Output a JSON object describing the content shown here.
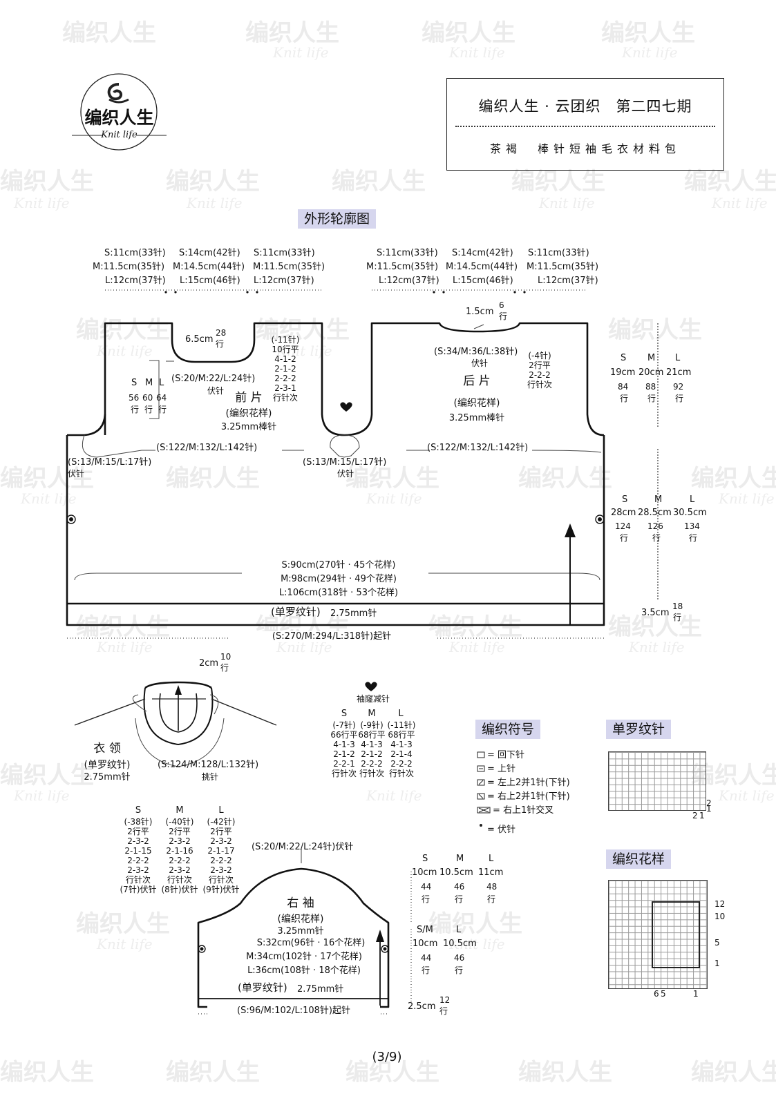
{
  "watermark": {
    "cn": "编织人生",
    "en": "Knit life"
  },
  "logo": {
    "cn": "编织人生",
    "en": "Knit life"
  },
  "header": {
    "title": "编织人生 · 云团织　第二四七期",
    "subtitle": "茶褐　棒针短袖毛衣材料包"
  },
  "section_title": "外形轮廓图",
  "front_top_dims": [
    "S:11cm(33针)",
    "S:14cm(42针)",
    "S:11cm(33针)",
    "M:11.5cm(35针)",
    "M:14.5cm(44针)",
    "M:11.5cm(35针)",
    "L:12cm(37针)",
    "L:15cm(46针)",
    "L:12cm(37针)"
  ],
  "back_top_dims": [
    "S:11cm(33针)",
    "S:14cm(42针)",
    "S:11cm(33针)",
    "M:11.5cm(35针)",
    "M:14.5cm(44针)",
    "M:11.5cm(35针)",
    "L:12cm(37针)",
    "L:15cm(46针)",
    "L:12cm(37针)"
  ],
  "front": {
    "neck_depth": "6.5cm",
    "neck_rows": "28",
    "row_unit": "行",
    "neck_bind": "(S:20/M:22/L:24针)",
    "bind_off": "伏针",
    "neck_dec": [
      "(-11针)",
      "10行平",
      "4-1-2",
      "2-1-2",
      "2-2-2",
      "2-3-1",
      "行针次"
    ],
    "sizes": [
      "S",
      "M",
      "L"
    ],
    "armhole_rows": [
      "56",
      "60",
      "64"
    ],
    "name": "前 片",
    "pattern": "(编织花样)",
    "needle": "3.25mm棒针"
  },
  "back": {
    "neck_depth": "1.5cm",
    "neck_rows": "6",
    "row_unit": "行",
    "neck_bind": "(S:34/M:36/L:38针)",
    "bind_off": "伏针",
    "neck_dec": [
      "(-4针)",
      "2行平",
      "2-2-2",
      "行针次"
    ],
    "name": "后 片",
    "pattern": "(编织花样)",
    "needle": "3.25mm棒针"
  },
  "body": {
    "width_front": "(S:122/M:132/L:142针)",
    "width_back": "(S:122/M:132/L:142针)",
    "underarm_left": "(S:13/M:15/L:17针)",
    "underarm_mid": "(S:13/M:15/L:17针)",
    "bind_off": "伏针",
    "circ": [
      "S:90cm(270针 · 45个花样)",
      "M:98cm(294针 · 49个花样)",
      "L:106cm(318针 · 53个花样)"
    ],
    "rib": "(单罗纹针)",
    "rib_needle": "2.75mm针",
    "cast_on": "(S:270/M:294/L:318针)起针"
  },
  "right_dims": {
    "sizes": [
      "S",
      "M",
      "L"
    ],
    "armhole_cm": [
      "19cm",
      "20cm",
      "21cm"
    ],
    "armhole_rows": [
      "84",
      "88",
      "92"
    ],
    "body_cm": [
      "28cm",
      "28.5cm",
      "30.5cm"
    ],
    "body_rows": [
      "124",
      "126",
      "134"
    ],
    "rib_cm": "3.5cm",
    "rib_rows": "18",
    "row_unit": "行"
  },
  "collar": {
    "height": "2cm",
    "rows": "10",
    "row_unit": "行",
    "name": "衣 领",
    "pattern": "(单罗纹针)",
    "needle": "2.75mm针",
    "pickup": "(S:124/M:128/L:132针)",
    "pickup_label": "挑针"
  },
  "armhole_dec": {
    "title": "袖窿减针",
    "sizes": [
      "S",
      "M",
      "L"
    ],
    "columns": [
      [
        "(-7针)",
        "66行平",
        "4-1-3",
        "2-1-2",
        "2-2-1",
        "行针次"
      ],
      [
        "(-9针)",
        "68行平",
        "4-1-3",
        "2-1-2",
        "2-2-2",
        "行针次"
      ],
      [
        "(-11针)",
        "68行平",
        "4-1-3",
        "2-1-4",
        "2-2-2",
        "行针次"
      ]
    ]
  },
  "symbols": {
    "title": "编织符号",
    "items": [
      "= 回下针",
      "= 上针",
      "= 左上2并1针(下针)",
      "= 右上2并1针(下针)",
      "= 右上1针交叉",
      "= 伏针"
    ]
  },
  "rib_chart": {
    "title": "单罗纹针",
    "x_labels": [
      "2",
      "1"
    ],
    "y_labels": [
      "2",
      "1"
    ]
  },
  "pattern_chart": {
    "title": "编织花样",
    "x_labels": [
      "6",
      "5",
      "1"
    ],
    "y_labels": [
      "12",
      "10",
      "5",
      "1"
    ]
  },
  "sleeve_dec": {
    "sizes": [
      "S",
      "M",
      "L"
    ],
    "columns": [
      [
        "(-38针)",
        "2行平",
        "2-3-2",
        "2-1-15",
        "2-2-2",
        "2-3-2",
        "行针次",
        "(7针)伏针"
      ],
      [
        "(-40针)",
        "2行平",
        "2-3-2",
        "2-1-16",
        "2-2-2",
        "2-3-2",
        "行针次",
        "(8针)伏针"
      ],
      [
        "(-42针)",
        "2行平",
        "2-3-2",
        "2-1-17",
        "2-2-2",
        "2-3-2",
        "行针次",
        "(9针)伏针"
      ]
    ]
  },
  "sleeve": {
    "top_bind": "(S:20/M:22/L:24针)伏针",
    "name": "右 袖",
    "pattern": "(编织花样)",
    "needle": "3.25mm针",
    "widths": [
      "S:32cm(96针 · 16个花样)",
      "M:34cm(102针 · 17个花样)",
      "L:36cm(108针 · 18个花样)"
    ],
    "rib": "(单罗纹针)",
    "rib_needle": "2.75mm针",
    "cast_on": "(S:96/M:102/L:108针)起针"
  },
  "sleeve_right": {
    "sizes1": [
      "S",
      "M",
      "L"
    ],
    "cap_cm": [
      "10cm",
      "10.5cm",
      "11cm"
    ],
    "cap_rows": [
      "44",
      "46",
      "48"
    ],
    "sizes2": [
      "S/M",
      "L"
    ],
    "body_cm": [
      "10cm",
      "10.5cm"
    ],
    "body_rows": [
      "44",
      "46"
    ],
    "rib_cm": "2.5cm",
    "rib_rows": "12",
    "row_unit": "行"
  },
  "page_number": "(3/9)"
}
